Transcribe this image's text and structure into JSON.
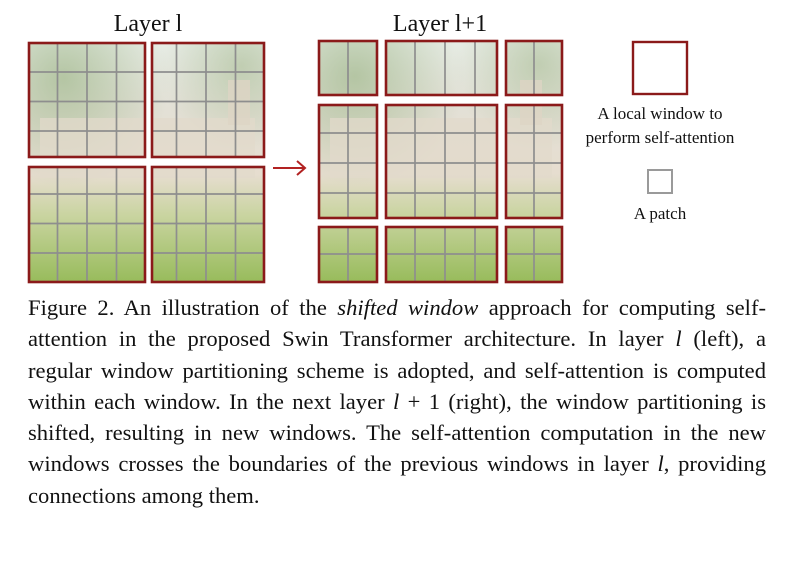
{
  "layer_left_title": "Layer l",
  "layer_right_title": "Layer l+1",
  "legend": {
    "window_label_line1": "A local window to",
    "window_label_line2": "perform self-attention",
    "patch_label": "A patch"
  },
  "caption": {
    "part1": "Figure 2. An illustration of the ",
    "emph": "shifted window",
    "part2": " approach for computing self-attention in the proposed Swin Transformer architecture. In layer ",
    "var1": "l",
    "part3": " (left), a regular window partitioning scheme is adopted, and self-attention is computed within each window. In the next layer ",
    "var2": "l",
    "part4": " + 1 (right), the window partitioning is shifted, resulting in new windows. The self-attention computation in the new windows crosses the boundaries of the previous windows in layer ",
    "var3": "l",
    "part5": ", providing connections among them."
  },
  "colors": {
    "window_border": "#8b1a1a",
    "patch_border": "#8a8a8a",
    "arrow": "#b22222",
    "sky": "#e6ece4",
    "building": "#e8e2d8",
    "greenery": "#9fbf64"
  }
}
